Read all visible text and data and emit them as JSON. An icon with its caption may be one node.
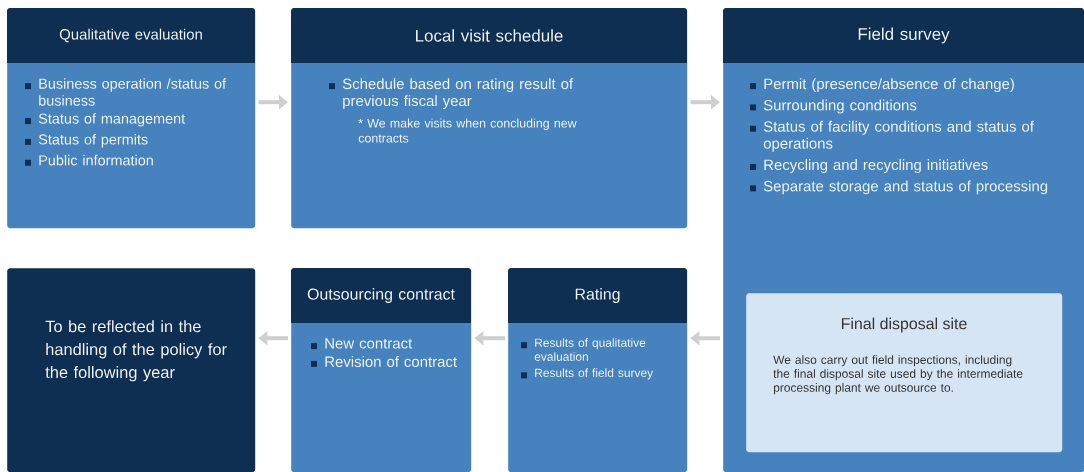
{
  "diagram": {
    "nodes": [
      {
        "text": [
          "Qualitative evaluation",
          "Business operation /status of business",
          "Status of management",
          "Status of permits",
          "Public information"
        ]
      },
      {
        "text": [
          "Local visit schedule",
          "Schedule based on rating result of previous fiscal year",
          "* We make visits when concluding new contracts"
        ]
      },
      {
        "text": [
          "Field survey",
          "Permit (presence/absence of change)",
          "Surrounding conditions",
          "Status of facility conditions and status of operations",
          "Recycling and recycling initiatives",
          "Separate storage and status of processing"
        ]
      },
      {
        "text": [
          "Final disposal site",
          "We also carry out field inspections, including the final disposal site used by the intermediate processing plant we outsource to."
        ],
        "in": 2
      },
      {
        "text": [
          "Rating",
          "Results of qualitative evaluation",
          "Results of field survey"
        ]
      },
      {
        "text": [
          "Outsourcing contract",
          "New contract",
          "Revision of contract"
        ]
      },
      {
        "text": [
          "To be reflected in the handling of the policy for the following year"
        ]
      }
    ],
    "edges": [
      {
        "from": 0,
        "to": 1,
        "arrow": "to"
      },
      {
        "from": 1,
        "to": 2,
        "arrow": "to"
      },
      {
        "from": 2,
        "to": 4,
        "arrow": "to"
      },
      {
        "from": 4,
        "to": 5,
        "arrow": "to"
      },
      {
        "from": 5,
        "to": 6,
        "arrow": "to"
      }
    ]
  }
}
